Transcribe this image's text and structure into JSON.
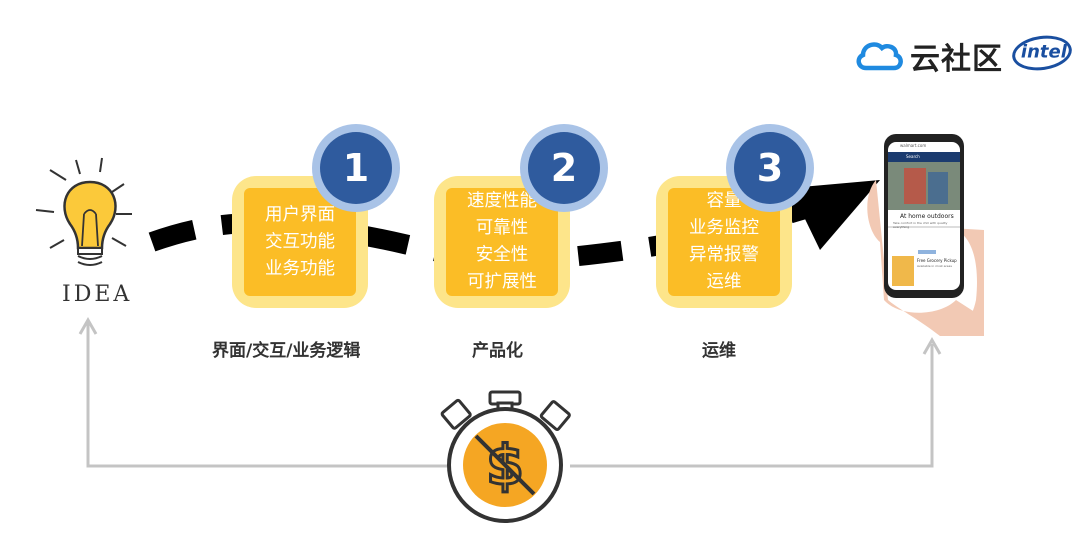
{
  "logos": {
    "cloud_text": "云社区",
    "intel_text": "intel"
  },
  "idea": {
    "label": "IDEA"
  },
  "steps": [
    {
      "number": "1",
      "lines": [
        "用户界面",
        "交互功能",
        "业务功能"
      ],
      "caption": "界面/交互/业务逻辑"
    },
    {
      "number": "2",
      "lines": [
        "速度性能",
        "可靠性",
        "安全性",
        "可扩展性"
      ],
      "caption": "产品化"
    },
    {
      "number": "3",
      "lines": [
        "容量",
        "业务监控",
        "异常报警",
        "运维"
      ],
      "caption": "运维"
    }
  ],
  "phone": {
    "url": "walmart.com",
    "search": "Search",
    "banner_title": "At home outdoors",
    "banner_text": "Take comfort in the chill with quality everything",
    "pickup_title": "Free Grocery Pickup",
    "pickup_text": "Available in most areas"
  },
  "colors": {
    "box_outer": "#fde58a",
    "box_inner": "#fbbd26",
    "badge_outer": "#a9c3e7",
    "badge_inner": "#2f5b9e",
    "arrow": "#000000",
    "loop_line": "#bdbdbd"
  }
}
